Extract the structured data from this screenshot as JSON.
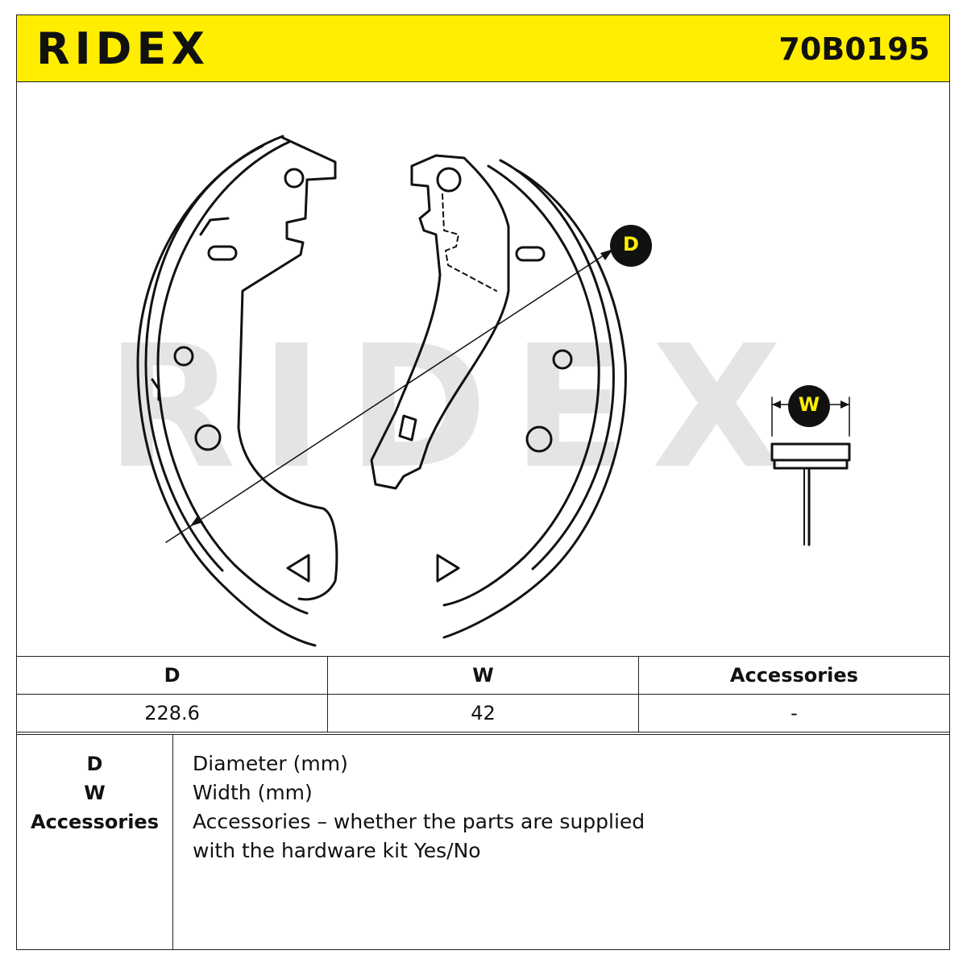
{
  "header": {
    "brand": "RIDEX",
    "part_number": "70B0195",
    "brand_color": "#ffee00"
  },
  "drawing": {
    "watermark": "RIDEX",
    "label_d": "D",
    "label_w": "W"
  },
  "spec_table": {
    "headers": [
      "D",
      "W",
      "Accessories"
    ],
    "values": [
      "228.6",
      "42",
      "-"
    ]
  },
  "legend": {
    "keys": [
      "D",
      "W",
      "Accessories"
    ],
    "lines": [
      "Diameter (mm)",
      "Width (mm)",
      "Accessories – whether the parts are supplied",
      "with the hardware kit Yes/No"
    ]
  }
}
